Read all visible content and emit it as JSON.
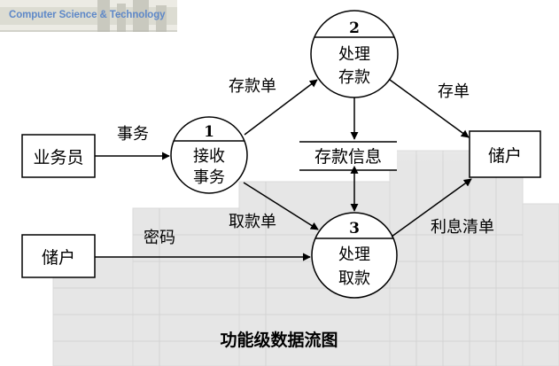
{
  "header": {
    "banner_text": "Computer Science & Technology"
  },
  "diagram": {
    "caption": "功能级数据流图",
    "entities": {
      "clerk": "业务员",
      "depositor_top": "储户",
      "depositor_bottom": "储户"
    },
    "processes": [
      {
        "number": "1",
        "line1": "接收",
        "line2": "事务"
      },
      {
        "number": "2",
        "line1": "处理",
        "line2": "存款"
      },
      {
        "number": "3",
        "line1": "处理",
        "line2": "取款"
      }
    ],
    "datastore": "存款信息",
    "flows": {
      "transaction": "事务",
      "deposit_slip": "存款单",
      "withdrawal_slip": "取款单",
      "password": "密码",
      "receipt": "存单",
      "interest_statement": "利息清单"
    }
  },
  "colors": {
    "banner_text": "#5e88c8",
    "background_art": "#e3e3e3",
    "line": "#000000"
  }
}
